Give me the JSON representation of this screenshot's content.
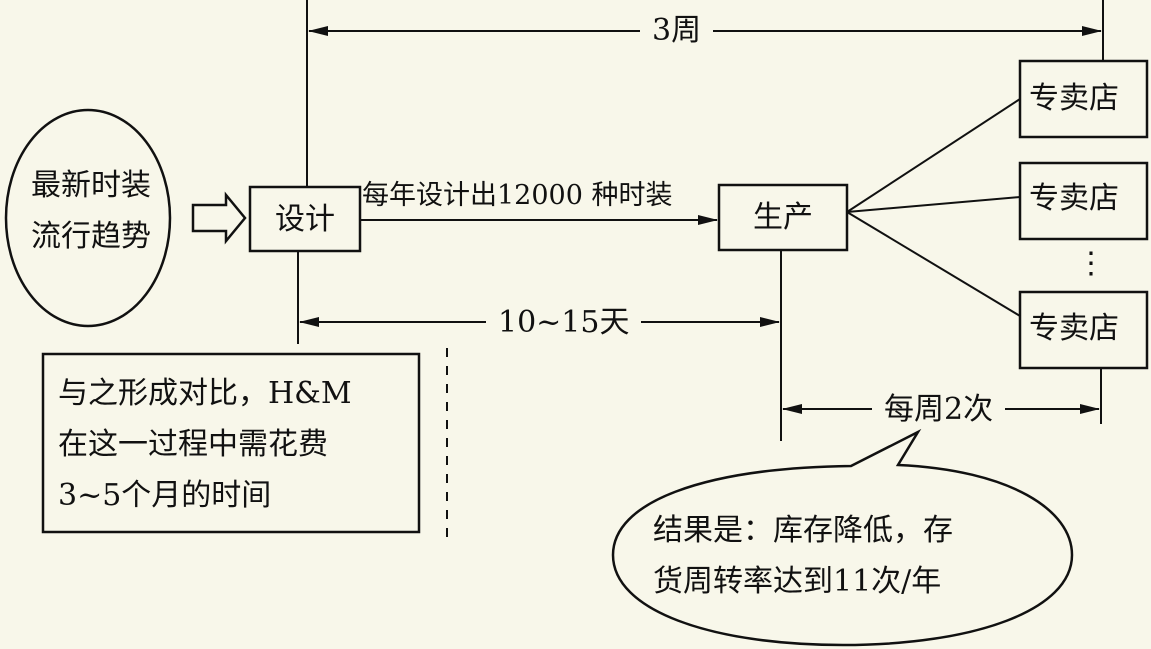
{
  "trend": {
    "line1": "最新时装",
    "line2": "流行趋势"
  },
  "design_box": "设计",
  "flow_label": "每年设计出12000 种时装",
  "production_box": "生产",
  "stores": [
    "专卖店",
    "专卖店",
    "专卖店"
  ],
  "ellipsis": "⋮",
  "top_span": "3周",
  "design_to_production_span": "10~15天",
  "delivery_span": "每周2次",
  "comparison": {
    "line1": "与之形成对比，H&M",
    "line2": "在这一过程中需花费",
    "line3": "3~5个月的时间"
  },
  "result": {
    "line1": "结果是：库存降低，存",
    "line2": "货周转率达到11次/年"
  }
}
